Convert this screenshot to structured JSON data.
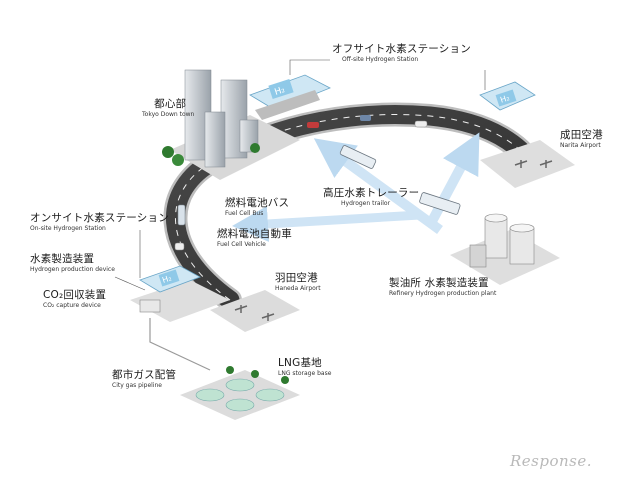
{
  "labels": {
    "offsite_station": {
      "jp": "オフサイト水素ステーション",
      "en": "Off-site Hydrogen Station"
    },
    "tokyo": {
      "jp": "都心部",
      "en": "Tokyo Down town"
    },
    "narita": {
      "jp": "成田空港",
      "en": "Narita Airport"
    },
    "trailer": {
      "jp": "高圧水素トレーラー",
      "en": "Hydrogen trailor"
    },
    "onsite_station": {
      "jp": "オンサイト水素ステーション",
      "en": "On-site Hydrogen Station"
    },
    "bus": {
      "jp": "燃料電池バス",
      "en": "Fuel Cell Bus"
    },
    "fcv": {
      "jp": "燃料電池自動車",
      "en": "Fuel Cell Vehicle"
    },
    "h2_device": {
      "jp": "水素製造装置",
      "en": "Hydrogen production device"
    },
    "haneda": {
      "jp": "羽田空港",
      "en": "Haneda Airport"
    },
    "refinery": {
      "jp": "製油所 水素製造装置",
      "en": "Refinery Hydrogen production plant"
    },
    "co2": {
      "jp": "CO₂回収装置",
      "en": "CO₂ capture device"
    },
    "lng": {
      "jp": "LNG基地",
      "en": "LNG storage base"
    },
    "gas_pipeline": {
      "jp": "都市ガス配管",
      "en": "City gas pipeline"
    }
  },
  "station_sign": "H₂",
  "watermark": "Response.",
  "colors": {
    "road": "#3d3d3d",
    "arrow": "#cfe4f5",
    "canopy": "#8fc9e8",
    "ground": "#dcdcdc",
    "tree": "#2f7a2f"
  }
}
